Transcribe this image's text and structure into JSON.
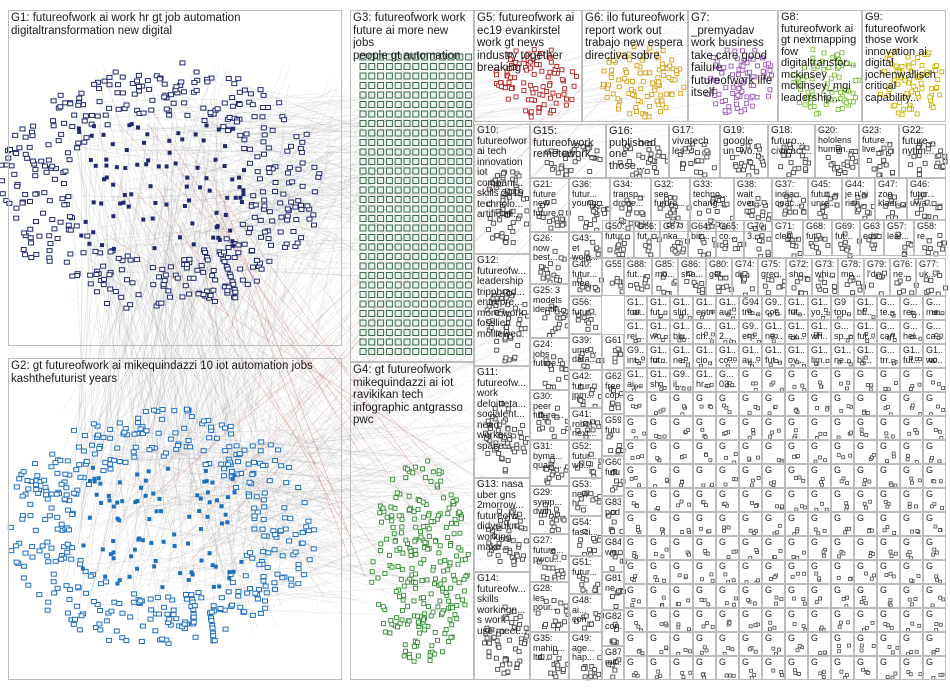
{
  "graph": {
    "colors": {
      "edge": "#8c8c8c",
      "edge_red": "#c0392b",
      "g1": "#1f2a6e",
      "g2": "#1f6fbf",
      "g3": "#3a6b4e",
      "g4": "#2e8b2e",
      "g5": "#b22222",
      "g6": "#d4a017",
      "g7": "#9b59b6",
      "g8": "#7fbf3f",
      "g9": "#c8b400",
      "misc": "#4a4a4a"
    },
    "groups": [
      {
        "id": "G1",
        "label": "G1: futureofwork ai work hr gt job automation\ndigitaltransformation new digital",
        "color": "g1",
        "style": "ring"
      },
      {
        "id": "G2",
        "label": "G2: gt futureofwork ai mikequindazzi 10 iot automation jobs\nkashthefuturist years",
        "color": "g2",
        "style": "ring"
      },
      {
        "id": "G3",
        "label": "G3: futureofwork work\nfuture ai more new jobs\npeople gt automation",
        "color": "g3",
        "style": "grid"
      },
      {
        "id": "G4",
        "label": "G4: gt futureofwork\nmikequindazzi ai iot\nravikikan tech\ninfographic antgrasso\npwc",
        "color": "g4",
        "style": "blob"
      },
      {
        "id": "G5",
        "label": "G5: futureofwork ai\nec19 evankirstel\nwork gt news\nindustry together\nbreaking",
        "color": "g5",
        "style": "blob"
      },
      {
        "id": "G6",
        "label": "G6: ilo futureofwork\nreport work out\ntrabajo new espera\ndirectiva sobre",
        "color": "g6",
        "style": "blob"
      },
      {
        "id": "G7",
        "label": "G7: _premyadav\nwork business\ntake care good\nfailure\nfutureofwork life\nitself",
        "color": "g7",
        "style": "blob"
      },
      {
        "id": "G8",
        "label": "G8:\nfutureofwork ai\ngt nextmapping\nfow\ndigitaltransfor...\nmckinsey\nmckinsey_mgi\nleadership...",
        "color": "g8",
        "style": "blob"
      },
      {
        "id": "G9",
        "label": "G9:\nfutureofwork\nthose work\ninnovation ai\ndigital\njochenwallisch\ncritical\ncapability...",
        "color": "g9",
        "style": "blob"
      },
      {
        "id": "G10",
        "label": "G10:\nfutureofwork\nai tech\ninnovation\niot\ncompani...\nskills 2019\ntechnolo...\nartificiali...",
        "color": "misc",
        "style": "blob"
      },
      {
        "id": "G11",
        "label": "G11:\nfutureofw...\nwork\ndeloitteta...\nsocialent...\nneed\nworkers\nspace...",
        "color": "misc",
        "style": "blob"
      },
      {
        "id": "G12",
        "label": "G12:\nfutureofw...\nleadership\ntrippbrad...\nentrepre...\nmore work\nfosslien\nmolliewe...",
        "color": "misc",
        "style": "blob"
      },
      {
        "id": "G13",
        "label": "G13: nasa\nuber gns\n2morrow...\nfutureofw...\ndidyoukn...\nworking\nmake...",
        "color": "misc",
        "style": "blob"
      },
      {
        "id": "G14",
        "label": "G14:\nfutureofw...\nskills\nworkingn...\ns work\nuse meet...",
        "color": "misc",
        "style": "blob"
      },
      {
        "id": "G15",
        "label": "G15:\nfutureofwork\nremotework...",
        "color": "misc",
        "style": "blob"
      },
      {
        "id": "G16",
        "label": "G16:\npublished\none those...",
        "color": "misc",
        "style": "blob"
      },
      {
        "id": "G17",
        "label": "G17:\nvivatech\nles...",
        "color": "misc",
        "style": "blob"
      },
      {
        "id": "G18",
        "label": "G18:\nfuturo...\ncivicact...",
        "color": "misc",
        "style": "blob"
      },
      {
        "id": "G19",
        "label": "G19:\ngoogle\nun_wo...",
        "color": "misc",
        "style": "blob"
      },
      {
        "id": "G20",
        "label": "G20:\nhololens\nhuman...",
        "color": "misc",
        "style": "blob"
      },
      {
        "id": "G21",
        "label": "G21:\nfuture\nnew\nfuture...",
        "color": "misc",
        "style": "blob"
      },
      {
        "id": "G22",
        "label": "G22:\nfuture...\nnytim...",
        "color": "misc",
        "style": "blob"
      },
      {
        "id": "G23",
        "label": "G23:\nfuture...\nlive...",
        "color": "misc",
        "style": "blob"
      },
      {
        "id": "G24",
        "label": "G24:\njobs\nfuture...",
        "color": "misc",
        "style": "blob"
      },
      {
        "id": "G25",
        "label": "G25: 3\nmodels\nidentif...",
        "color": "misc",
        "style": "blob"
      },
      {
        "id": "G26",
        "label": "G26:\nnow\nbest...",
        "color": "misc",
        "style": "blob"
      },
      {
        "id": "G27",
        "label": "G27:\nfuture...\npwcu...",
        "color": "misc",
        "style": "blob"
      },
      {
        "id": "G28",
        "label": "G28:\nles\npour...",
        "color": "misc",
        "style": "blob"
      },
      {
        "id": "G29",
        "label": "G29:\nsymp...\ndwih...",
        "color": "misc",
        "style": "blob"
      },
      {
        "id": "G30",
        "label": "G30:\npeer\nfuture...",
        "color": "misc",
        "style": "blob"
      },
      {
        "id": "G31",
        "label": "G31:\nbyma...\nqualit...",
        "color": "misc",
        "style": "blob"
      },
      {
        "id": "G32",
        "label": "G32:\nsee\nfurure...",
        "color": "misc",
        "style": "blob"
      },
      {
        "id": "G33",
        "label": "G33:\ntechno...\nchang...",
        "color": "misc",
        "style": "blob"
      },
      {
        "id": "G34",
        "label": "G34:\ntransp...\ndrone...",
        "color": "misc",
        "style": "blob"
      },
      {
        "id": "G35",
        "label": "G35:\nmahin...\nltd...",
        "color": "misc",
        "style": "blob"
      },
      {
        "id": "G36",
        "label": "G36:\nfutur...\nyoung...",
        "color": "misc",
        "style": "blob"
      },
      {
        "id": "G37",
        "label": "G37:\nindia...\ncoac...",
        "color": "misc",
        "style": "blob"
      },
      {
        "id": "G38",
        "label": "G38:\nwait\nover...",
        "color": "misc",
        "style": "blob"
      },
      {
        "id": "G39",
        "label": "G39:\nume...\ndata...",
        "color": "misc",
        "style": "blob"
      },
      {
        "id": "G40",
        "label": "G40:\nfutur...\nmee...",
        "color": "misc",
        "style": "blob"
      },
      {
        "id": "G41",
        "label": "G41:\nrobot\nnext...",
        "color": "misc",
        "style": "blob"
      },
      {
        "id": "G42",
        "label": "G42:\nfutur...\njpm...",
        "color": "misc",
        "style": "blob"
      },
      {
        "id": "G43",
        "label": "G43:\net\nwojo...",
        "color": "misc",
        "style": "blob"
      },
      {
        "id": "G44",
        "label": "G44:\nje n'ai\nrien...",
        "color": "misc",
        "style": "blob"
      },
      {
        "id": "G45",
        "label": "G45:\nfutur...\nunre...",
        "color": "misc",
        "style": "blob"
      },
      {
        "id": "G46",
        "label": "G46:\nfutur...\nuwa...",
        "color": "misc",
        "style": "blob"
      },
      {
        "id": "G47",
        "label": "G47:\nzoo\nklaar...",
        "color": "misc",
        "style": "blob"
      },
      {
        "id": "G48",
        "label": "G48:\nai...\ncon...",
        "color": "misc",
        "style": "blob"
      },
      {
        "id": "G49",
        "label": "G49:\nage...\nhap...",
        "color": "misc",
        "style": "blob"
      },
      {
        "id": "G50",
        "label": "G50:\nfutur...",
        "color": "misc",
        "style": "blob"
      },
      {
        "id": "G51",
        "label": "G51:\nfutur...",
        "color": "misc",
        "style": "blob"
      },
      {
        "id": "G52",
        "label": "G52:\nfutur...\nwb...",
        "color": "misc",
        "style": "blob"
      },
      {
        "id": "G53",
        "label": "G53:\nnew\nhr...",
        "color": "misc",
        "style": "blob"
      },
      {
        "id": "G54",
        "label": "G54:\nfasci...",
        "color": "misc",
        "style": "blob"
      },
      {
        "id": "G55",
        "label": "G55:",
        "color": "misc",
        "style": "blob"
      },
      {
        "id": "G56",
        "label": "G56:\nfutur...",
        "color": "misc",
        "style": "blob"
      },
      {
        "id": "G57",
        "label": "G57:\nlear...",
        "color": "misc",
        "style": "blob"
      },
      {
        "id": "G58",
        "label": "G58:\nre...",
        "color": "misc",
        "style": "blob"
      },
      {
        "id": "G59",
        "label": "G59:\nfutu...",
        "color": "misc",
        "style": "blob"
      },
      {
        "id": "G60",
        "label": "G60:\nfutu...",
        "color": "misc",
        "style": "blob"
      },
      {
        "id": "G61",
        "label": "G61",
        "color": "misc",
        "style": "blob"
      },
      {
        "id": "G62",
        "label": "G62:\nfree\ncop...",
        "color": "misc",
        "style": "blob"
      },
      {
        "id": "G63",
        "label": "G63:\nedu...",
        "color": "misc",
        "style": "blob"
      },
      {
        "id": "G64",
        "label": "G64:\nbiz...",
        "color": "misc",
        "style": "blob"
      },
      {
        "id": "G65",
        "label": "G65:\nco...",
        "color": "misc",
        "style": "blob"
      },
      {
        "id": "G66",
        "label": "G66:\nfut...",
        "color": "misc",
        "style": "blob"
      },
      {
        "id": "G67",
        "label": "G67:\nnka...",
        "color": "misc",
        "style": "blob"
      },
      {
        "id": "G68",
        "label": "G68:\nfut...",
        "color": "misc",
        "style": "blob"
      },
      {
        "id": "G69",
        "label": "G69:\nfut...",
        "color": "misc",
        "style": "blob"
      },
      {
        "id": "G70",
        "label": "G70:\n3...",
        "color": "misc",
        "style": "blob"
      },
      {
        "id": "G71",
        "label": "G71:\ncleg...",
        "color": "misc",
        "style": "blob"
      },
      {
        "id": "G72",
        "label": "G72:\nsho...",
        "color": "misc",
        "style": "blob"
      },
      {
        "id": "G73",
        "label": "G73:\nwhi...",
        "color": "misc",
        "style": "blob"
      },
      {
        "id": "G74",
        "label": "G74:\ndi...",
        "color": "misc",
        "style": "blob"
      },
      {
        "id": "G75",
        "label": "G75:\ngre...",
        "color": "misc",
        "style": "blob"
      },
      {
        "id": "G76",
        "label": "G76:\nne...",
        "color": "misc",
        "style": "blob"
      },
      {
        "id": "G77",
        "label": "G77:\nuk...",
        "color": "misc",
        "style": "blob"
      },
      {
        "id": "G78",
        "label": "G78:\nmo...",
        "color": "misc",
        "style": "blob"
      },
      {
        "id": "G79",
        "label": "G79:\nl'd...",
        "color": "misc",
        "style": "blob"
      },
      {
        "id": "G80",
        "label": "G80:\nget...",
        "color": "misc",
        "style": "blob"
      },
      {
        "id": "G81",
        "label": "G81:\nne...",
        "color": "misc",
        "style": "blob"
      },
      {
        "id": "G82",
        "label": "G82:\ncon...",
        "color": "misc",
        "style": "blob"
      },
      {
        "id": "G83",
        "label": "G83:\npod...",
        "color": "misc",
        "style": "blob"
      },
      {
        "id": "G84",
        "label": "G84:\nwo...",
        "color": "misc",
        "style": "blob"
      },
      {
        "id": "G85",
        "label": "G85:\nmo...",
        "color": "misc",
        "style": "blob"
      },
      {
        "id": "G86",
        "label": "G86:\nsha...",
        "color": "misc",
        "style": "blob"
      },
      {
        "id": "G87",
        "label": "G87:\nmit...",
        "color": "misc",
        "style": "blob"
      },
      {
        "id": "G88",
        "label": "G88:\nfut...",
        "color": "misc",
        "style": "blob"
      }
    ],
    "small_cells": [
      "G1...\nfou...",
      "G1...\nfut...",
      "G1...\nslid...",
      "G1...\nentre...",
      "G1...\naut...",
      "G94\ntre...",
      "G9...\ncor...",
      "G1...\nfut...",
      "G1...\nyo...",
      "G9\ntop...",
      "G1...\nbf...",
      "G...\nte...",
      "G...\nrei...",
      "G...\nme...",
      "G1...\nrei...",
      "G1...\nwo...",
      "G1...\nblu...",
      "G...\nch...",
      "G1...\n2...",
      "G9...\nerp...",
      "G1...\nne...",
      "G1...\nex...",
      "G1...\nwh...",
      "G...\nsp...",
      "G1...\nfut...",
      "G...\ncan...",
      "G...\nhel...",
      "G...\nca...",
      "G9...\nint...",
      "G1...\nfut...",
      "G1...\nne...",
      "G1...\ncio...",
      "G1...\nco...",
      "G1...\nau...",
      "G1...\nfut...",
      "G1...\nov...",
      "G1...\nlim...",
      "G1...\nne...",
      "G1...\nbl...",
      "G...\ntrr...",
      "G1...\nfut...",
      "G1...\nwo...",
      "G1...\nai...",
      "G1...\nsh...",
      "G9...\nil...",
      "G1...\nhr...",
      "G...\n03..."
    ]
  }
}
